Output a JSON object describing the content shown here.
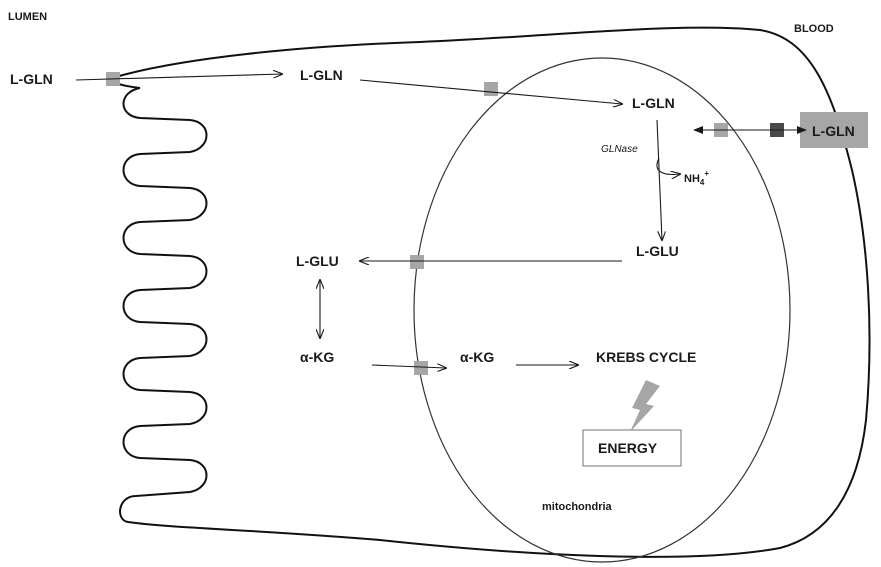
{
  "labels": {
    "lumen": "LUMEN",
    "blood": "BLOOD",
    "gln_lumen": "L-GLN",
    "gln_cyto": "L-GLN",
    "gln_mito": "L-GLN",
    "gln_blood": "L-GLN",
    "glnase": "GLNase",
    "nh4": "NH",
    "nh4_sub": "4",
    "nh4_sup": "+",
    "glu_mito": "L-GLU",
    "glu_cyto": "L-GLU",
    "akg_cyto": "α-KG",
    "akg_mito": "α-KG",
    "krebs": "KREBS CYCLE",
    "energy": "ENERGY",
    "mitochondria": "mitochondria"
  },
  "colors": {
    "transporter": "#a6a6a6",
    "transporter_dark": "#4a4a4a",
    "blood_box": "#a6a6a6"
  }
}
